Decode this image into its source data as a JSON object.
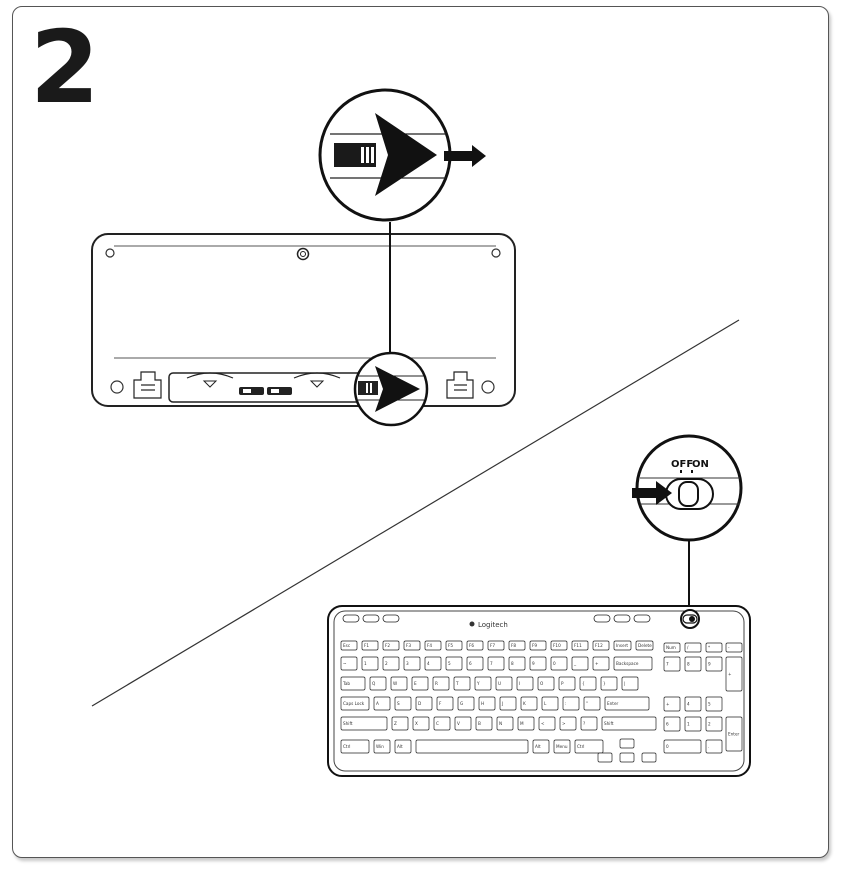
{
  "step_number": "2",
  "switch": {
    "off_label": "OFF",
    "on_label": "ON"
  },
  "keyboard": {
    "brand": "Logitech",
    "function_row": [
      "Esc",
      "F1",
      "F2",
      "F3",
      "F4",
      "F5",
      "F6",
      "F7",
      "F8",
      "F9",
      "F10",
      "F11",
      "F12",
      "Insert",
      "Delete"
    ],
    "rows": [
      [
        "~",
        "1",
        "2",
        "3",
        "4",
        "5",
        "6",
        "7",
        "8",
        "9",
        "0",
        "_",
        "+",
        "Backspace"
      ],
      [
        "Tab",
        "Q",
        "W",
        "E",
        "R",
        "T",
        "Y",
        "U",
        "I",
        "O",
        "P",
        "{",
        "}",
        "|"
      ],
      [
        "Caps Lock",
        "A",
        "S",
        "D",
        "F",
        "G",
        "H",
        "J",
        "K",
        "L",
        ":",
        "\"",
        "Enter"
      ],
      [
        "Shift",
        "Z",
        "X",
        "C",
        "V",
        "B",
        "N",
        "M",
        "<",
        ">",
        "?",
        "Shift"
      ],
      [
        "Ctrl",
        "Win",
        "Alt",
        "",
        "Alt",
        "Menu",
        "Ctrl"
      ]
    ],
    "numpad": [
      "Num",
      "/",
      "*",
      "-",
      "7",
      "8",
      "9",
      "+",
      "4",
      "5",
      "6",
      "1",
      "2",
      "3",
      "Enter",
      "0",
      "."
    ]
  },
  "icons": {
    "arrow": "right-arrow-icon",
    "battery_door": "battery-door-icon",
    "switch": "power-switch-icon"
  }
}
